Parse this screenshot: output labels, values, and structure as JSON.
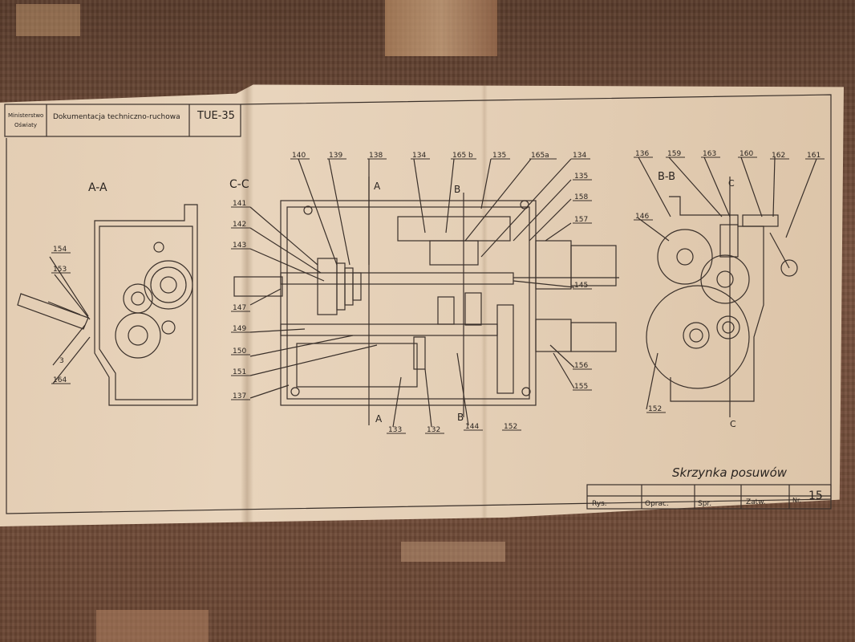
{
  "header": {
    "ministry_line1": "Ministerstwo",
    "ministry_line2": "Oświaty",
    "doc_type": "Dokumentacja techniczno-ruchowa",
    "model": "TUE-35"
  },
  "section_labels": {
    "aa": "A-A",
    "cc": "C-C",
    "bb": "B-B",
    "a_top": "A",
    "a_bottom": "A",
    "b_top": "B",
    "b_bottom": "B",
    "c_top": "C",
    "c_bottom": "C"
  },
  "part_numbers": {
    "view_aa": [
      "154",
      "153",
      "3",
      "164"
    ],
    "view_cc_top": [
      "140",
      "139",
      "138",
      "134",
      "165 b",
      "135",
      "165a",
      "134"
    ],
    "view_cc_left": [
      "141",
      "142",
      "143",
      "147",
      "149",
      "150",
      "151",
      "137"
    ],
    "view_cc_right": [
      "135",
      "158",
      "157",
      "145",
      "156",
      "155"
    ],
    "view_cc_bottom": [
      "133",
      "132",
      "144",
      "152"
    ],
    "view_bb": [
      "136",
      "159",
      "163",
      "160",
      "162",
      "161",
      "146",
      "152"
    ]
  },
  "title_block": {
    "title": "Skrzynka posuwów",
    "rys": "Rys.",
    "oprac": "Oprac.",
    "spr": "Spr.",
    "zatw": "Zatw.",
    "nr_label": "Nr.",
    "nr_value": "15"
  },
  "colors": {
    "paper": "#e4cfb6",
    "ink": "#2a2420",
    "fabric": "#6e4a36"
  }
}
